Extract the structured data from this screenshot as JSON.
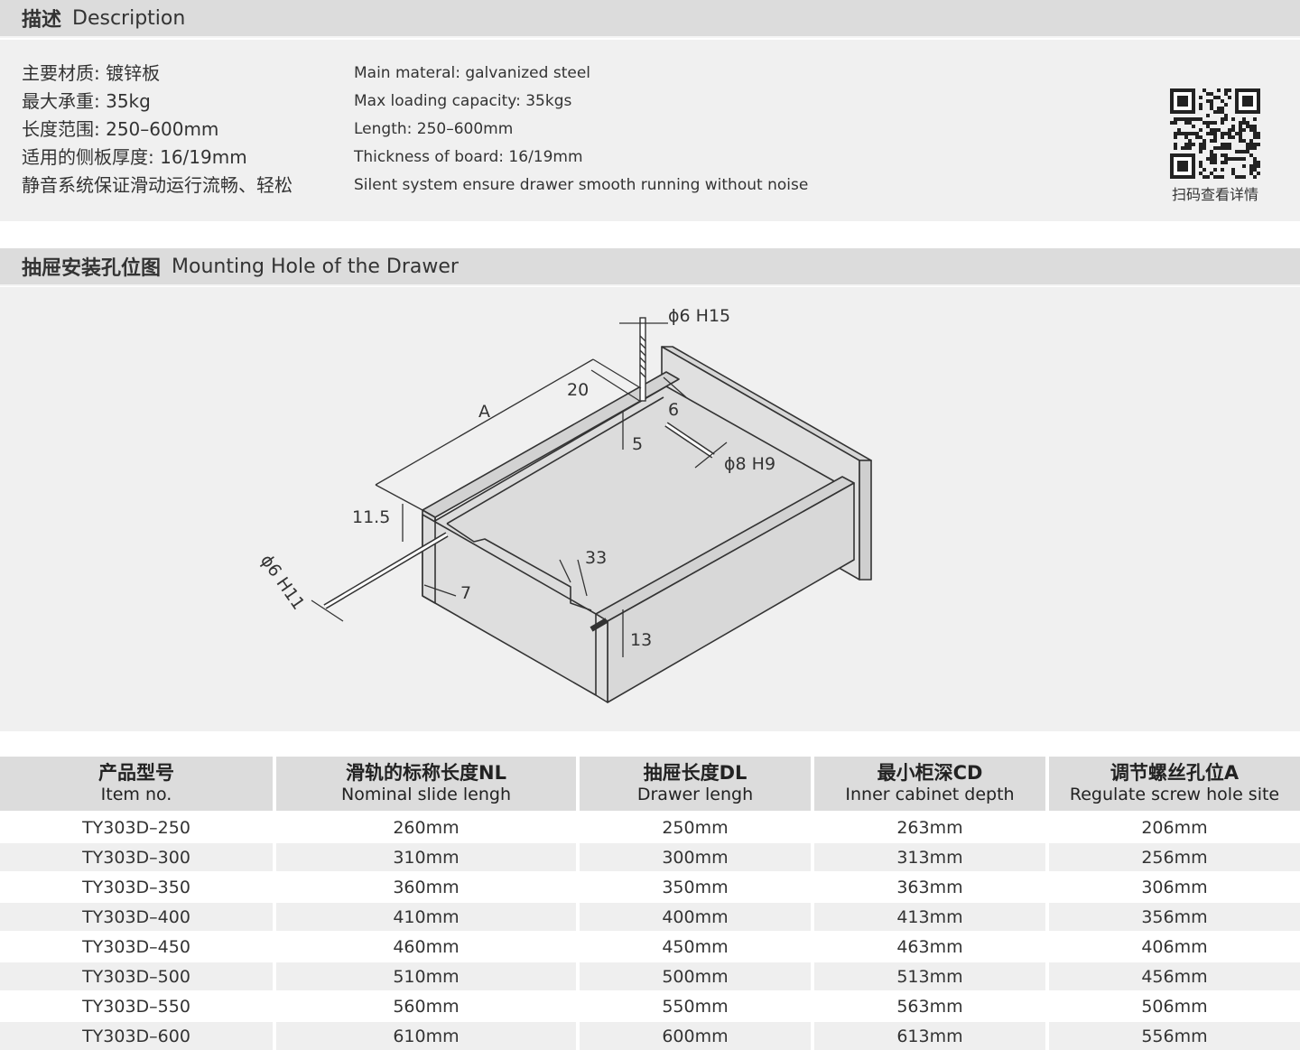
{
  "description": {
    "header_cn": "描述",
    "header_en": "Description",
    "lines_cn": [
      "主要材质: 镀锌板",
      "最大承重: 35kg",
      "长度范围: 250–600mm",
      "适用的侧板厚度: 16/19mm",
      "静音系统保证滑动运行流畅、轻松"
    ],
    "lines_en": [
      "Main materal: galvanized steel",
      "Max loading capacity: 35kgs",
      "Length: 250–600mm",
      "Thickness of board: 16/19mm",
      "Silent system ensure drawer smooth running without noise"
    ],
    "qr_caption": "扫码查看详情"
  },
  "mounting": {
    "header_cn": "抽屉安装孔位图",
    "header_en": "Mounting Hole of the Drawer",
    "labels": {
      "top_hole": "ϕ6 H15",
      "side_hole": "ϕ8 H9",
      "front_hole": "ϕ6 H11",
      "dim_a": "A",
      "dim_20": "20",
      "dim_6": "6",
      "dim_5": "5",
      "dim_11_5": "11.5",
      "dim_7": "7",
      "dim_33": "33",
      "dim_13": "13"
    }
  },
  "table": {
    "headers": [
      {
        "cn": "产品型号",
        "en": "Item no."
      },
      {
        "cn": "滑轨的标称长度NL",
        "en": "Nominal slide lengh"
      },
      {
        "cn": "抽屉长度DL",
        "en": "Drawer lengh"
      },
      {
        "cn": "最小柜深CD",
        "en": "Inner cabinet depth"
      },
      {
        "cn": "调节螺丝孔位A",
        "en": "Regulate screw hole site"
      }
    ],
    "rows": [
      [
        "TY303D–250",
        "260mm",
        "250mm",
        "263mm",
        "206mm"
      ],
      [
        "TY303D–300",
        "310mm",
        "300mm",
        "313mm",
        "256mm"
      ],
      [
        "TY303D–350",
        "360mm",
        "350mm",
        "363mm",
        "306mm"
      ],
      [
        "TY303D–400",
        "410mm",
        "400mm",
        "413mm",
        "356mm"
      ],
      [
        "TY303D–450",
        "460mm",
        "450mm",
        "463mm",
        "406mm"
      ],
      [
        "TY303D–500",
        "510mm",
        "500mm",
        "513mm",
        "456mm"
      ],
      [
        "TY303D–550",
        "560mm",
        "550mm",
        "563mm",
        "506mm"
      ],
      [
        "TY303D–600",
        "610mm",
        "600mm",
        "613mm",
        "556mm"
      ]
    ]
  }
}
